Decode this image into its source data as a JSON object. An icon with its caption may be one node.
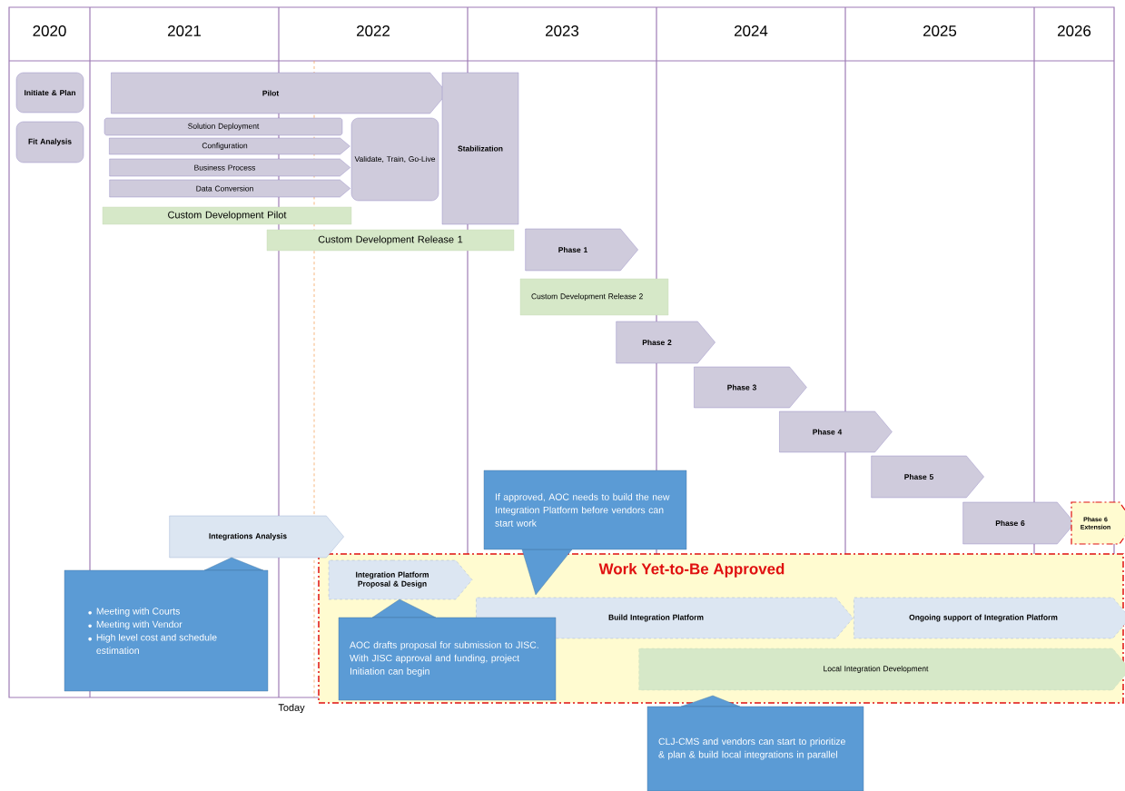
{
  "diagram": {
    "nodes": [
      {
        "text": [
          "Initiate & Plan"
        ]
      },
      {
        "text": [
          "Fit Analysis"
        ]
      },
      {
        "text": [
          "Pilot"
        ]
      },
      {
        "text": [
          "Solution Deployment"
        ]
      },
      {
        "text": [
          "Configuration"
        ]
      },
      {
        "text": [
          "Business Process"
        ]
      },
      {
        "text": [
          "Data Conversion"
        ]
      },
      {
        "text": [
          "Validate, Train, Go-Live"
        ]
      },
      {
        "text": [
          "Stabilization"
        ]
      },
      {
        "text": [
          "Custom Development Pilot"
        ]
      },
      {
        "text": [
          "Custom Development Release 1"
        ]
      },
      {
        "text": [
          "Phase 1"
        ]
      },
      {
        "text": [
          "Custom Development Release 2"
        ]
      },
      {
        "text": [
          "Phase 2"
        ]
      },
      {
        "text": [
          "Phase 3"
        ]
      },
      {
        "text": [
          "Phase 4"
        ]
      },
      {
        "text": [
          "Phase 5"
        ]
      },
      {
        "text": [
          "Phase 6"
        ]
      },
      {
        "text": [
          "Phase 6 Extension"
        ]
      },
      {
        "text": [
          "Integrations Analysis"
        ]
      },
      {
        "text": [
          "Meeting with Courts",
          "Meeting with Vendor",
          "High level cost and schedule estimation"
        ]
      },
      {
        "text": [
          "If approved, AOC needs to build the new Integration Platform before vendors can start work"
        ]
      },
      {
        "text": [
          "Work Yet-to-Be Approved"
        ]
      },
      {
        "text": [
          "Integration Platform Proposal & Design"
        ],
        "in": 22
      },
      {
        "text": [
          "Build Integration Platform"
        ],
        "in": 22
      },
      {
        "text": [
          "Ongoing support of Integration Platform"
        ],
        "in": 22
      },
      {
        "text": [
          "Local Integration Development"
        ],
        "in": 22
      },
      {
        "text": [
          "AOC drafts proposal for submission to JISC. With JISC approval and funding, project Initiation can begin"
        ],
        "in": 22
      },
      {
        "text": [
          "CLJ-CMS and vendors can start to prioritize & plan & build local integrations in parallel"
        ]
      }
    ],
    "labels": [
      "2020",
      "2021",
      "2022",
      "2023",
      "2024",
      "2025",
      "2026",
      "Today"
    ]
  }
}
